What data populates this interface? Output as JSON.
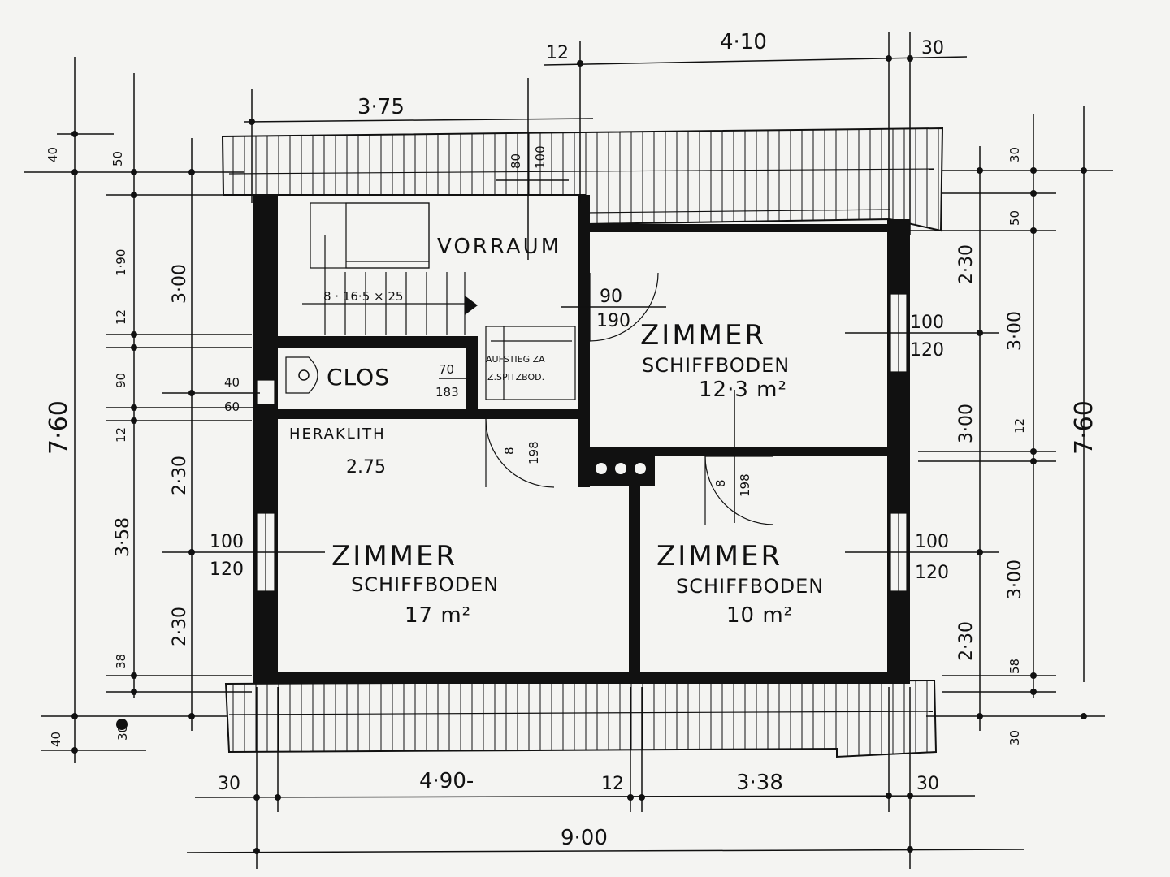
{
  "rooms": {
    "vorraum": "VORRAUM",
    "zimmer1": {
      "name": "ZIMMER",
      "floor": "SCHIFFBODEN",
      "area": "12·3 m²"
    },
    "zimmer2": {
      "name": "ZIMMER",
      "floor": "SCHIFFBODEN",
      "area": "17 m²"
    },
    "zimmer3": {
      "name": "ZIMMER",
      "floor": "SCHIFFBODEN",
      "area": "10 m²"
    },
    "clos": "CLOS",
    "heraklith": "HERAKLITH",
    "aufstieg_1": "AUFSTIEG ZA",
    "aufstieg_2": "Z.SPITZBOD."
  },
  "annotations": {
    "stairs": "8 · 16·5 × 25",
    "heraklith_len": "2.75"
  },
  "dims": {
    "top_12": "12",
    "top_410": "4·10",
    "top_30": "30",
    "top_375": "3·75",
    "v80": "80",
    "v100": "100",
    "bottom_30a": "30",
    "bottom_490": "4·90-",
    "bottom_12": "12",
    "bottom_338": "3·38",
    "bottom_30b": "30",
    "bottom_900": "9·00",
    "left_760": "7·60",
    "left_40a": "40",
    "left_40b": "40",
    "left_50": "50",
    "left_190": "1·90",
    "left_300": "3·00",
    "left_12a": "12",
    "left_90": "90",
    "left_12b": "12",
    "left_358": "3·58",
    "left_38": "38",
    "left_30": "30",
    "left_230a": "2·30",
    "left_230b": "2·30",
    "win_l_a": "40",
    "win_l_b": "60",
    "win_l2_a": "100",
    "win_l2_b": "120",
    "right_760": "7·60",
    "right_30a": "30",
    "right_50": "50",
    "right_230a": "2·30",
    "right_300a": "3·00",
    "right_300b": "3·00",
    "right_12": "12",
    "right_300c": "3·00",
    "right_230b": "2·30",
    "right_58": "58",
    "right_30b": "30",
    "win_r1_a": "100",
    "win_r1_b": "120",
    "win_r2_a": "100",
    "win_r2_b": "120",
    "door_90": "90",
    "door_190": "190",
    "clos_70": "70",
    "clos_183": "183",
    "door_a1": "8",
    "door_a2": "198",
    "door_b1": "8",
    "door_b2": "198"
  }
}
